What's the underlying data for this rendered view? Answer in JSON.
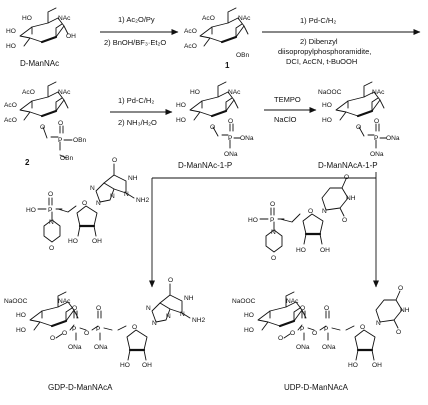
{
  "compounds": {
    "mannac": {
      "name": "D-ManNAc",
      "groups": [
        "HO",
        "HO",
        "HO",
        "NAc",
        "OH",
        "O"
      ]
    },
    "c1": {
      "number": "1",
      "groups": [
        "AcO",
        "AcO",
        "AcO",
        "NAc",
        "OBn",
        "O"
      ]
    },
    "c2": {
      "number": "2",
      "groups": [
        "AcO",
        "AcO",
        "AcO",
        "NAc",
        "O",
        "O",
        "P",
        "O",
        "OBn",
        "OBn"
      ]
    },
    "mannac1p": {
      "name": "D-ManNAc-1-P",
      "groups": [
        "HO",
        "HO",
        "HO",
        "NAc",
        "O",
        "O",
        "P",
        "O",
        "ONa",
        "ONa"
      ]
    },
    "mannaca1p": {
      "name": "D-ManNAcA-1-P",
      "groups": [
        "NaOOC",
        "HO",
        "HO",
        "NAc",
        "O",
        "O",
        "P",
        "O",
        "ONa",
        "ONa"
      ]
    },
    "gmp_morph": {
      "groups": [
        "O",
        "P",
        "HO",
        "N",
        "O",
        "O",
        "O",
        "N",
        "N",
        "N",
        "NH",
        "N",
        "NH2",
        "O",
        "HO",
        "OH"
      ]
    },
    "ump_morph": {
      "groups": [
        "O",
        "P",
        "HO",
        "N",
        "O",
        "O",
        "O",
        "N",
        "NH",
        "O",
        "O",
        "HO",
        "OH"
      ]
    },
    "gdp": {
      "name": "GDP-D-ManNAcA",
      "groups": [
        "NaOOC",
        "NAc",
        "HO",
        "HO",
        "O",
        "O",
        "O",
        "P",
        "O",
        "P",
        "O",
        "O",
        "ONa",
        "ONa",
        "O",
        "N",
        "N",
        "N",
        "NH",
        "N",
        "NH2",
        "O",
        "HO",
        "OH"
      ]
    },
    "udp": {
      "name": "UDP-D-ManNAcA",
      "groups": [
        "NaOOC",
        "NAc",
        "HO",
        "HO",
        "O",
        "O",
        "O",
        "P",
        "O",
        "P",
        "O",
        "O",
        "ONa",
        "ONa",
        "O",
        "N",
        "NH",
        "O",
        "O",
        "HO",
        "OH"
      ]
    }
  },
  "steps": {
    "step1": {
      "lines": [
        "1) Ac₂O/Py",
        "2) BnOH/BF₃·Et₂O"
      ]
    },
    "step2": {
      "lines": [
        "1) Pd-C/H₂",
        "2) Dibenzyl",
        "diisopropylphosphoramidite,",
        "DCI, AcCN, t-BuOOH"
      ]
    },
    "step3": {
      "lines": [
        "1) Pd-C/H₂",
        "2) NH₃/H₂O"
      ]
    },
    "step4": {
      "lines": [
        "TEMPO",
        "NaClO"
      ]
    }
  }
}
